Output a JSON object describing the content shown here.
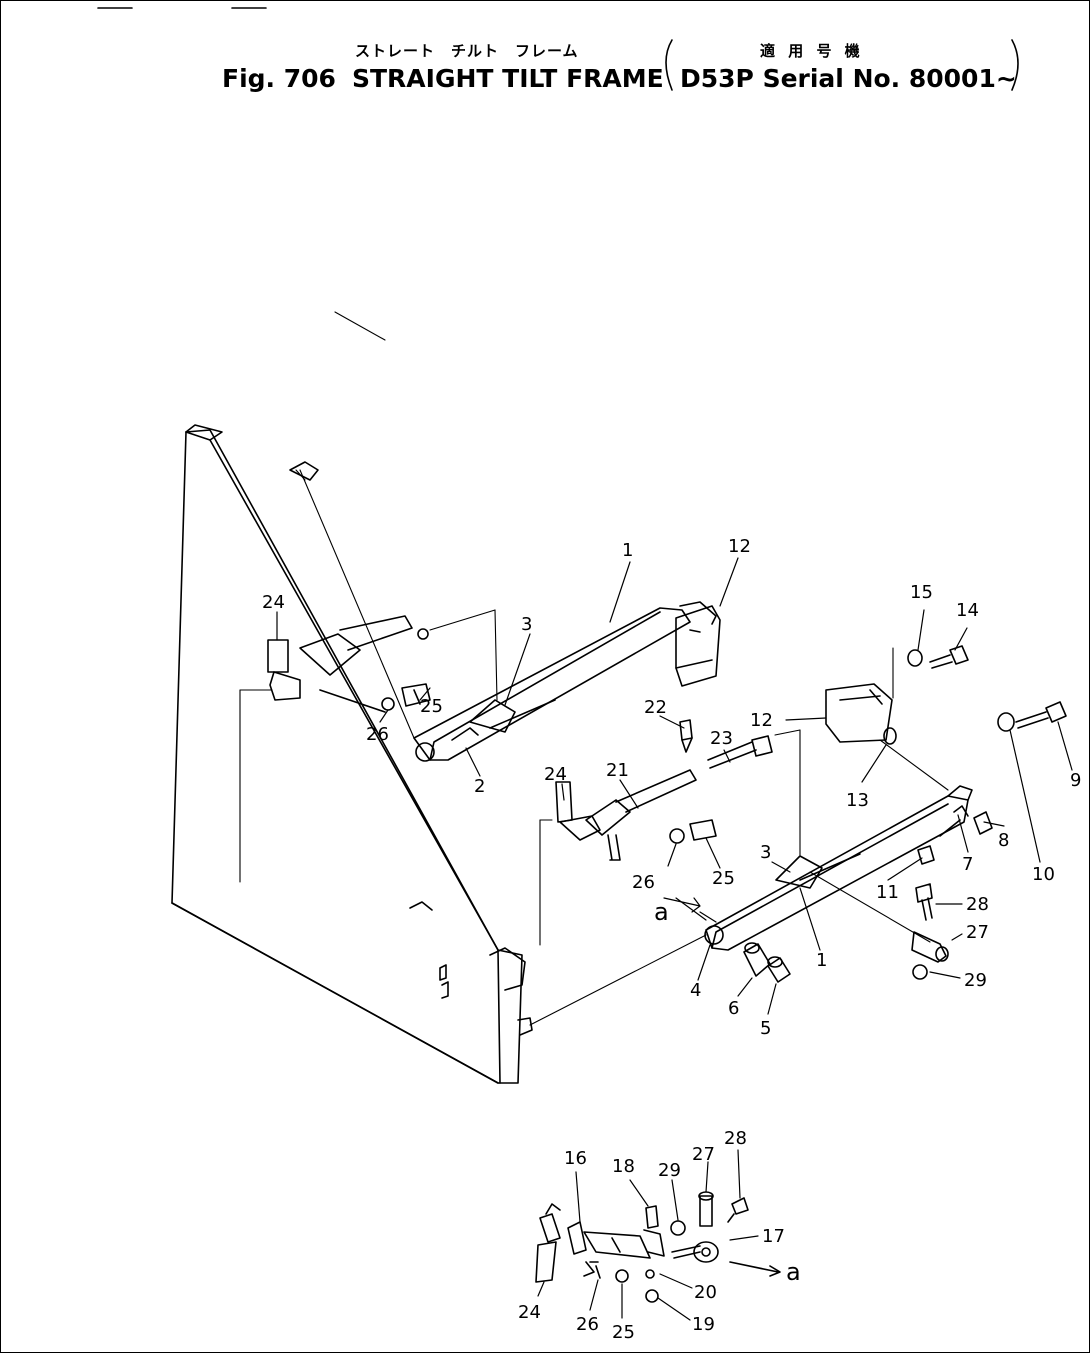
{
  "header": {
    "figure_number": "Fig. 706",
    "title": "STRAIGHT TILT FRAME",
    "title_jp": "ストレート　チルト　フレーム",
    "applicability_jp": "適 用 号 機",
    "applicability": "D53P Serial No. 80001~"
  },
  "parts": {
    "p1": "1",
    "p2": "2",
    "p3": "3",
    "p4": "4",
    "p5": "5",
    "p6": "6",
    "p7": "7",
    "p8": "8",
    "p9": "9",
    "p10": "10",
    "p11": "11",
    "p12": "12",
    "p13": "13",
    "p14": "14",
    "p15": "15",
    "p16": "16",
    "p17": "17",
    "p18": "18",
    "p19": "19",
    "p20": "20",
    "p21": "21",
    "p22": "22",
    "p23": "23",
    "p24": "24",
    "p25": "25",
    "p26": "26",
    "p27": "27",
    "p28": "28",
    "p29": "29",
    "ref_a": "a"
  }
}
